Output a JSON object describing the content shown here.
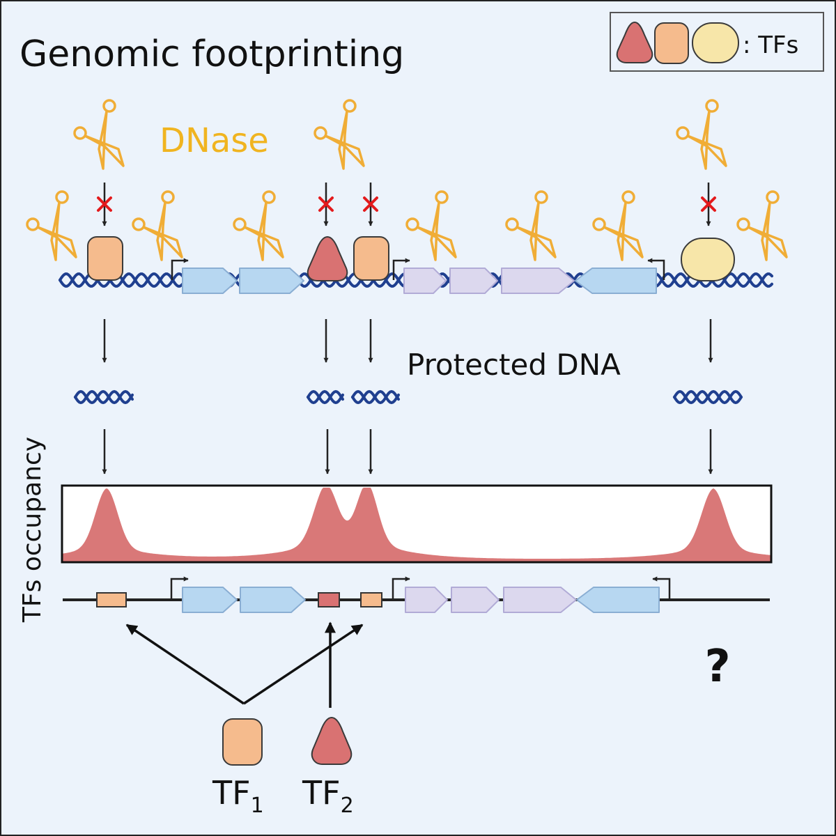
{
  "title": "Genomic footprinting",
  "enzyme_label": "DNase",
  "protected_label": "Protected DNA",
  "occupancy_label": "TFs occupancy",
  "legend": {
    "suffix": ": TFs"
  },
  "unknown_mark": "?",
  "tf1": {
    "base": "TF",
    "sub": "1"
  },
  "tf2": {
    "base": "TF",
    "sub": "2"
  },
  "colors": {
    "background": "#ecf3fb",
    "scissors": "#f0ad36",
    "dnase_text": "#f0b420",
    "block_mark": "#e31a1c",
    "dna": "#1f3f8f",
    "tf_triangle": "#d97272",
    "tf_rounded": "#f5bb8d",
    "tf_oval": "#f7e6a9",
    "gene_blue": "#b7d7f1",
    "gene_blue_stroke": "#8aaed3",
    "gene_lilac": "#dcd8ee",
    "gene_lilac_stroke": "#b1abd6",
    "occupancy_fill": "#d97878"
  }
}
